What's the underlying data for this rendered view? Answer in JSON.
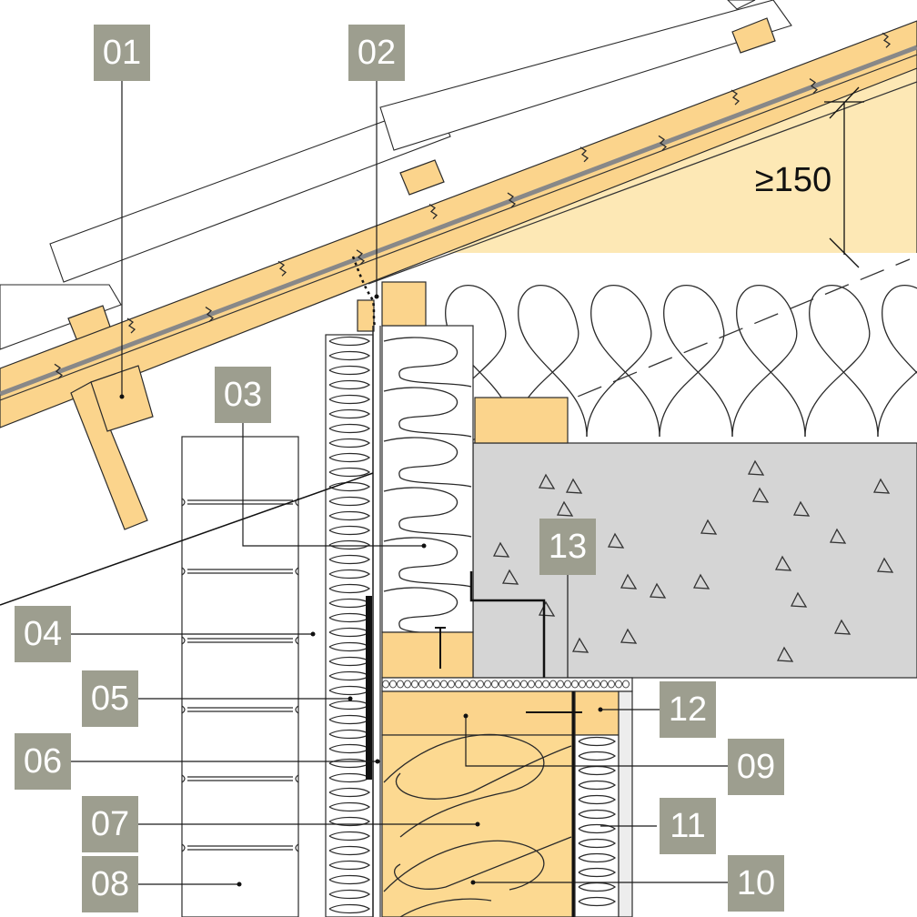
{
  "colors": {
    "timber": "#fbd48c",
    "insulation_zone": "#fde8b5",
    "insulation_blanket": "#fcd991",
    "concrete": "#d5d5d5",
    "callout_bg": "#9d9e8f",
    "callout_text": "#ffffff",
    "line": "#1a1a1a"
  },
  "dimension": {
    "text": "≥150"
  },
  "callouts": [
    {
      "id": "01",
      "label": "01"
    },
    {
      "id": "02",
      "label": "02"
    },
    {
      "id": "03",
      "label": "03"
    },
    {
      "id": "04",
      "label": "04"
    },
    {
      "id": "05",
      "label": "05"
    },
    {
      "id": "06",
      "label": "06"
    },
    {
      "id": "07",
      "label": "07"
    },
    {
      "id": "08",
      "label": "08"
    },
    {
      "id": "09",
      "label": "09"
    },
    {
      "id": "10",
      "label": "10"
    },
    {
      "id": "11",
      "label": "11"
    },
    {
      "id": "12",
      "label": "12"
    },
    {
      "id": "13",
      "label": "13"
    }
  ]
}
